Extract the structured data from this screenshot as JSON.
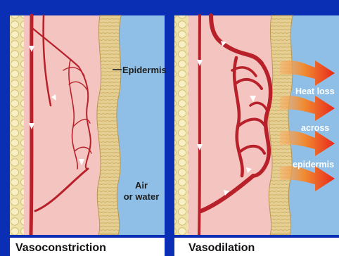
{
  "labels": {
    "epidermis": "Epidermis",
    "air_line1": "Air",
    "air_line2": "or water",
    "heat_line1": "Heat loss",
    "heat_line2": "across",
    "heat_line3": "epidermis"
  },
  "captions": {
    "left": "Vasoconstriction",
    "right": "Vasodilation"
  },
  "colors": {
    "frame_blue": "#0a2fb4",
    "dermis_pink": "#f4c4c0",
    "fat_yellow": "#efe2a8",
    "epidermis_tan": "#e6cf92",
    "outside_blue": "#8fbfe6",
    "vessel_red": "#b8202a",
    "heat_orange": "#f08a30",
    "heat_red": "#e8281c"
  },
  "icons": {
    "flow_arrow": "white-arrowhead-icon",
    "heat_arrow": "heat-arrow-icon"
  }
}
